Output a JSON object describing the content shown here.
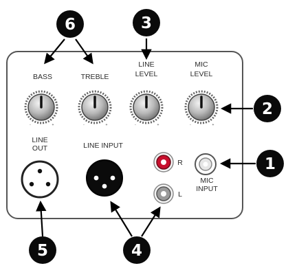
{
  "panel": {
    "knobs": [
      {
        "label_lines": [
          "BASS"
        ]
      },
      {
        "label_lines": [
          "TREBLE"
        ]
      },
      {
        "label_lines": [
          "LINE",
          "LEVEL"
        ]
      },
      {
        "label_lines": [
          "MIC",
          "LEVEL"
        ]
      }
    ],
    "knob_scale": {
      "min_label": "-",
      "max_label": "+"
    },
    "line_out_label": [
      "LINE",
      "OUT"
    ],
    "line_input_label": "LINE INPUT",
    "rca_labels": {
      "right": "R",
      "left": "L"
    },
    "mic_input_label": [
      "MIC",
      "INPUT"
    ],
    "colors": {
      "rca_right": "#c8102e",
      "rca_left": "#9a9a9a",
      "callout": "#0a0a0a"
    }
  },
  "callouts": [
    {
      "id": "mic-input-callout",
      "number": "1"
    },
    {
      "id": "mic-level-callout",
      "number": "2"
    },
    {
      "id": "line-level-callout",
      "number": "3"
    },
    {
      "id": "rca-inputs-callout",
      "number": "4"
    },
    {
      "id": "line-out-callout",
      "number": "5"
    },
    {
      "id": "tone-controls-callout",
      "number": "6"
    }
  ]
}
